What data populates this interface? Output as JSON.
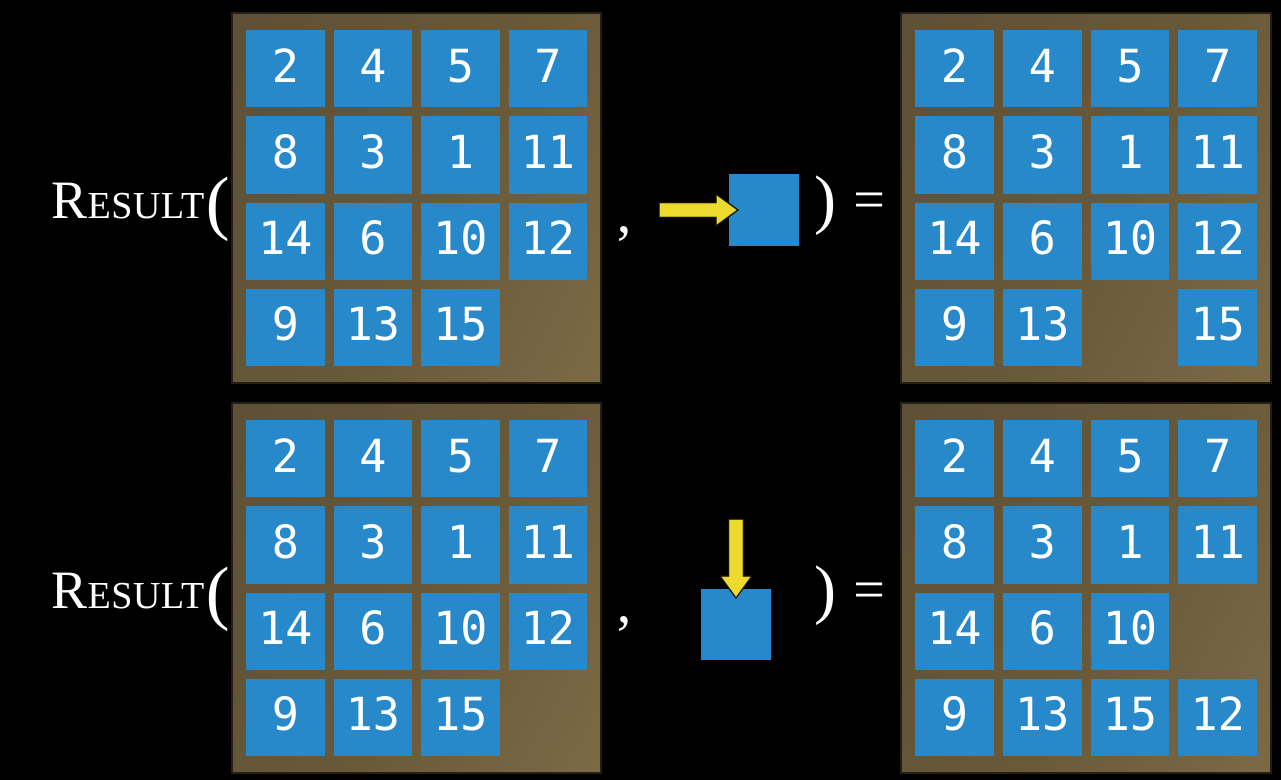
{
  "colors": {
    "background": "#000000",
    "board_brown": "#685939",
    "tile_blue": "#2788ca",
    "arrow_yellow": "#ecdb2e",
    "text_white": "#ffffff"
  },
  "symbols": {
    "function_name": "Result",
    "open_paren": "(",
    "comma": ",",
    "close_paren": ")",
    "equals": "="
  },
  "rows": [
    {
      "id": "move-right",
      "action_direction": "right",
      "input_board": [
        [
          "2",
          "4",
          "5",
          "7"
        ],
        [
          "8",
          "3",
          "1",
          "11"
        ],
        [
          "14",
          "6",
          "10",
          "12"
        ],
        [
          "9",
          "13",
          "15",
          ""
        ]
      ],
      "output_board": [
        [
          "2",
          "4",
          "5",
          "7"
        ],
        [
          "8",
          "3",
          "1",
          "11"
        ],
        [
          "14",
          "6",
          "10",
          "12"
        ],
        [
          "9",
          "13",
          "",
          "15"
        ]
      ]
    },
    {
      "id": "move-down",
      "action_direction": "down",
      "input_board": [
        [
          "2",
          "4",
          "5",
          "7"
        ],
        [
          "8",
          "3",
          "1",
          "11"
        ],
        [
          "14",
          "6",
          "10",
          "12"
        ],
        [
          "9",
          "13",
          "15",
          ""
        ]
      ],
      "output_board": [
        [
          "2",
          "4",
          "5",
          "7"
        ],
        [
          "8",
          "3",
          "1",
          "11"
        ],
        [
          "14",
          "6",
          "10",
          ""
        ],
        [
          "9",
          "13",
          "15",
          "12"
        ]
      ]
    }
  ]
}
